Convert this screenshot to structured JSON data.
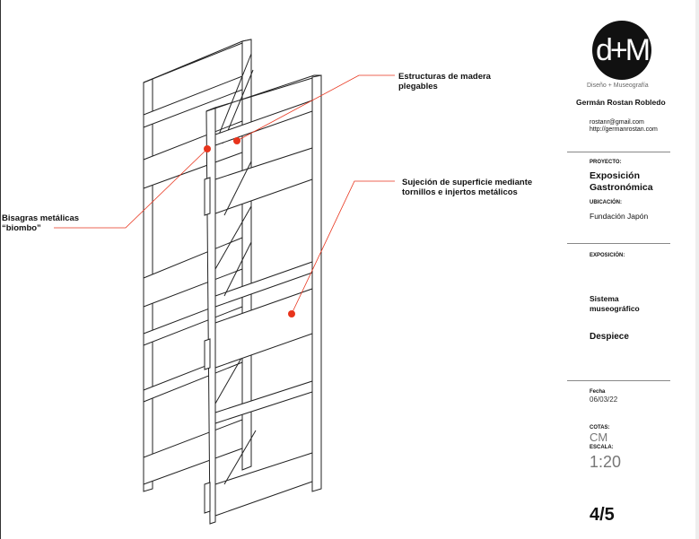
{
  "annotations": {
    "folding": "Estructuras de madera\nplegables",
    "fastening": "Sujeción de superficie mediante\ntornillos e injertos metálicos",
    "hinges": "Bisagras metálicas\n“biombo”"
  },
  "sidebar": {
    "logo_text": "d+M",
    "tagline": "Diseño + Museografía",
    "author": "Germán Rostan Robledo",
    "email": "rostanr@gmail.com",
    "website": "http://germanrostan.com",
    "project_label": "PROYECTO:",
    "project": "Exposición\nGastronómica",
    "location_label": "UBICACIÓN:",
    "location": "Fundación Japón",
    "exhibition_label": "EXPOSICIÓN:",
    "exhibition": "Sistema\nmuseográfico",
    "sheet_title": "Despiece",
    "date_label": "Fecha",
    "date": "06/03/22",
    "units_label": "COTAS:",
    "units": "CM",
    "scale_label": "ESCALA:",
    "scale": "1:20",
    "page": "4/5"
  },
  "colors": {
    "accent": "#e8341c"
  }
}
